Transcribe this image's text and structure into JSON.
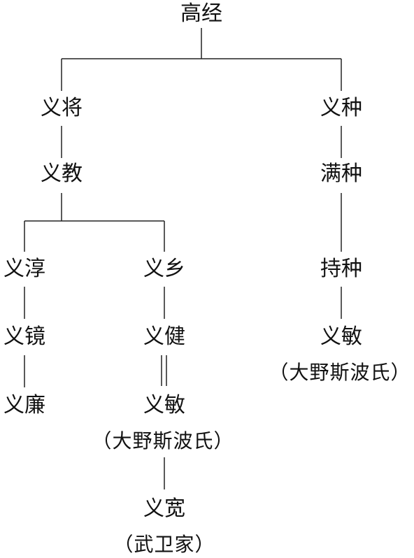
{
  "tree": {
    "root": "高经",
    "left_branch": {
      "n1": "义将",
      "n2": "义教",
      "left": {
        "a": "义淳",
        "b": "义镜",
        "c": "义廉"
      },
      "right": {
        "a": "义乡",
        "b": "义健",
        "c": "义敏",
        "c_note": "（大野斯波氏）",
        "d": "义宽",
        "d_note": "（武卫家）"
      }
    },
    "right_branch": {
      "a": "义种",
      "b": "满种",
      "c": "持种",
      "d": "义敏",
      "d_note": "（大野斯波氏）"
    }
  },
  "line_color": "#222222"
}
